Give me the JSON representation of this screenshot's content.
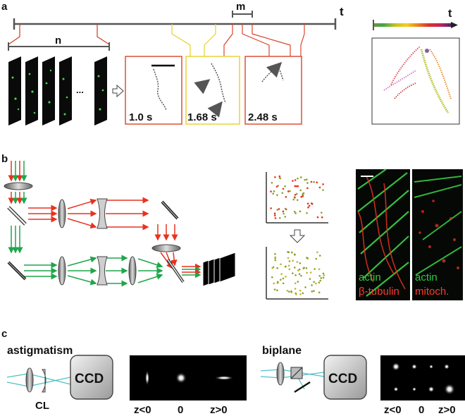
{
  "panel_a": {
    "letter": "a",
    "axis_label": "t",
    "n_label": "n",
    "m_label": "m",
    "ellipsis": "...",
    "frame_times": [
      "1.0 s",
      "1.68 s",
      "2.48 s"
    ],
    "frame_colors": [
      "#d9452b",
      "#e6d12a",
      "#d9452b"
    ],
    "colorbar_label": "t"
  },
  "panel_b": {
    "letter": "b",
    "image1_labels": [
      "actin",
      "β-tubulin"
    ],
    "image2_labels": [
      "actin",
      "mitoch."
    ],
    "label_colors": {
      "green": "#2ecc40",
      "red": "#ff3b2f"
    }
  },
  "panel_c": {
    "letter": "c",
    "astig_title": "astigmatism",
    "cl_label": "CL",
    "ccd_label": "CCD",
    "astig_axis": [
      "z<0",
      "0",
      "z>0"
    ],
    "biplane_title": "biplane",
    "biplane_axis": [
      "z<0",
      "0",
      "z>0"
    ]
  },
  "colors": {
    "red": "#e8321e",
    "green": "#1fa64a",
    "beam": "#4fc1c7"
  }
}
